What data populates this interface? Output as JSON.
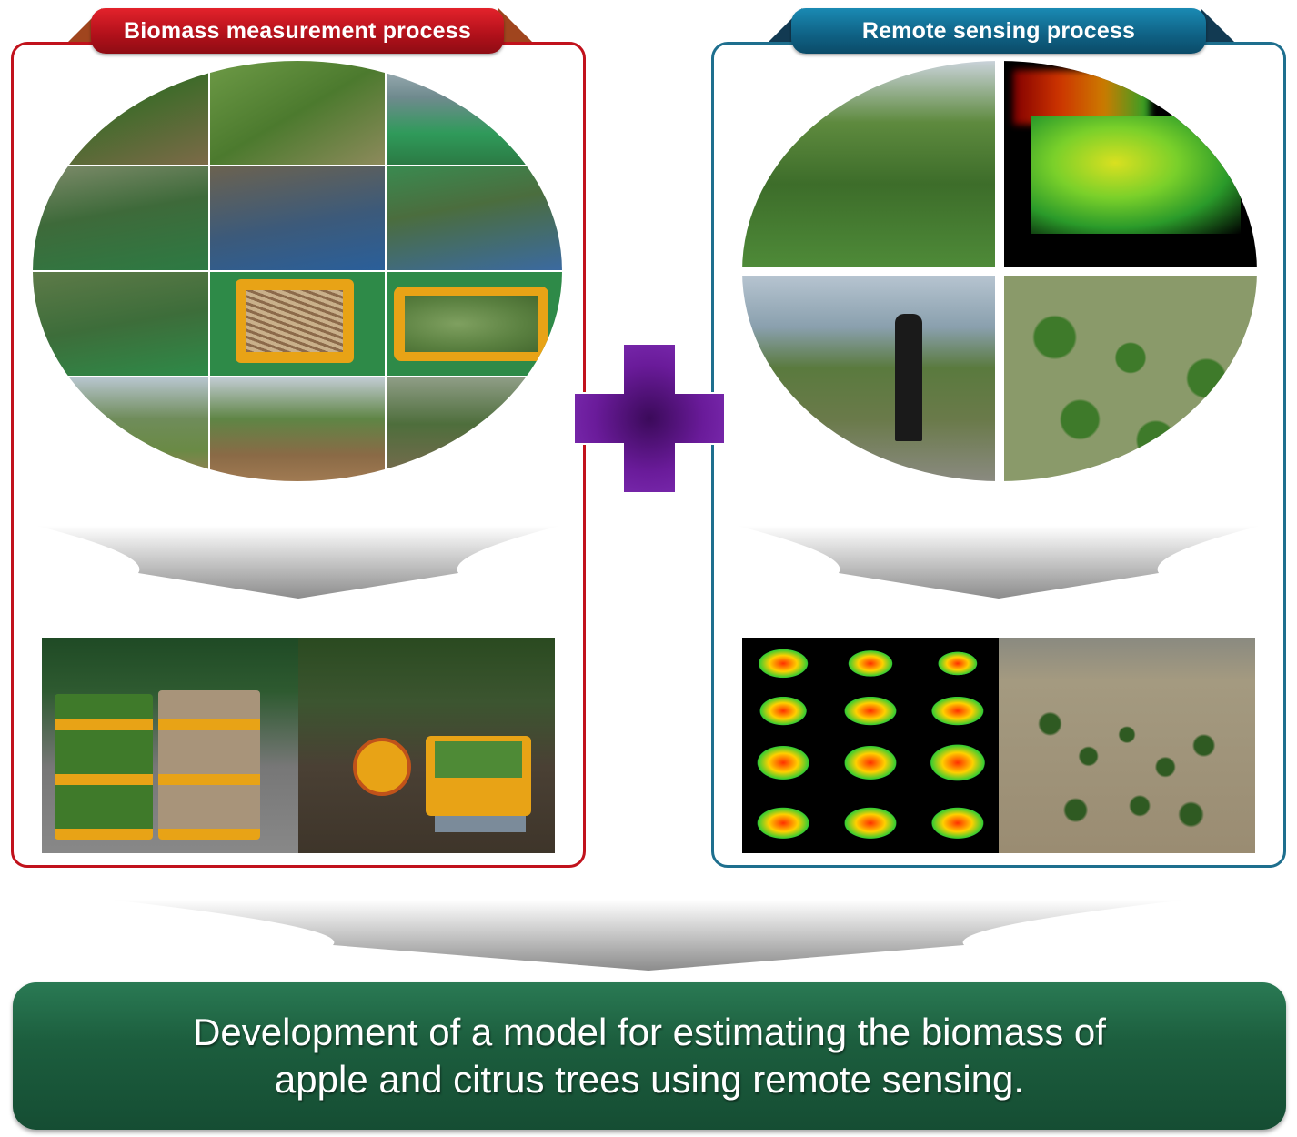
{
  "left_panel": {
    "title": "Biomass measurement process",
    "color": "#c1121c"
  },
  "right_panel": {
    "title": "Remote sensing process",
    "color": "#1e6f8e"
  },
  "result": {
    "line1": "Development of a model for estimating the biomass of",
    "line2": "apple and citrus trees using remote sensing.",
    "color": "#1c5e3e"
  },
  "plus_color": "#6a1b9a"
}
